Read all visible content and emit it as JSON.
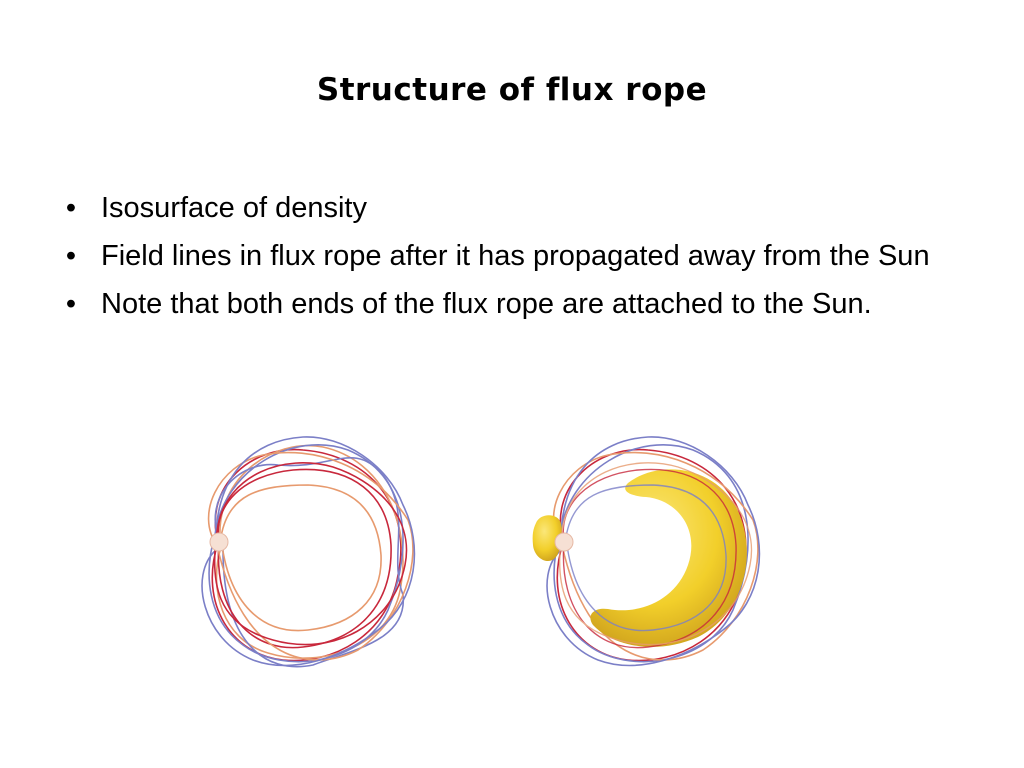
{
  "slide": {
    "title": "Structure of flux rope",
    "bullet_symbol": "•",
    "bullets": [
      "Isosurface of density",
      "Field lines in flux rope after it has propagated away from the Sun",
      "Note that both ends of the flux rope are attached to the Sun."
    ]
  },
  "figures": {
    "left": {
      "icon": "field-lines-loop"
    },
    "right": {
      "icon": "field-lines-with-density-isosurface"
    }
  },
  "colors": {
    "field_line_red": "#c8283c",
    "field_line_orange": "#e79a6e",
    "field_line_blue": "#7b7fc7",
    "isosurface_yellow": "#f2cf2a",
    "sun": "#f6e0d4"
  }
}
